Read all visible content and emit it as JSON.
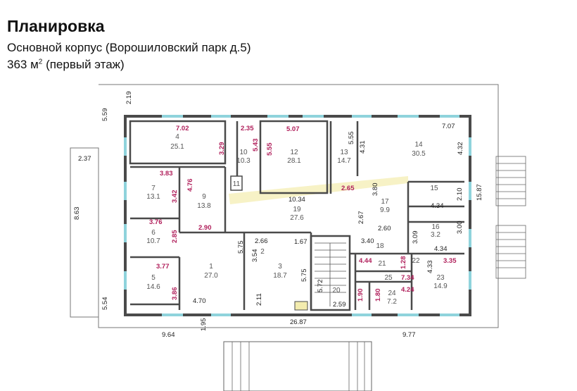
{
  "header": {
    "title": "Планировка",
    "subtitle": "Основной корпус (Ворошиловский парк д.5)",
    "area_value": "363 м",
    "area_sup": "2",
    "area_suffix": " (первый этаж)"
  },
  "colors": {
    "wall": "#4a4a4a",
    "dim_red": "#b01e5a",
    "window": "#8fd3dc",
    "highlight": "#f3ecae"
  },
  "rooms": [
    {
      "id": "r4",
      "num": "4",
      "area": "25.1"
    },
    {
      "id": "r10",
      "num": "10",
      "area": "10.3"
    },
    {
      "id": "r12",
      "num": "12",
      "area": "28.1"
    },
    {
      "id": "r13",
      "num": "13",
      "area": "14.7"
    },
    {
      "id": "r14",
      "num": "14",
      "area": "30.5"
    },
    {
      "id": "r7",
      "num": "7",
      "area": "13.1"
    },
    {
      "id": "r9",
      "num": "9",
      "area": "13.8"
    },
    {
      "id": "r11",
      "num": "11",
      "area": ""
    },
    {
      "id": "r19",
      "num": "19",
      "area": "27.6"
    },
    {
      "id": "r15",
      "num": "15",
      "area": ""
    },
    {
      "id": "r17",
      "num": "17",
      "area": "9.9"
    },
    {
      "id": "r16",
      "num": "16",
      "area": "3.2"
    },
    {
      "id": "r6",
      "num": "6",
      "area": "10.7"
    },
    {
      "id": "r18",
      "num": "18",
      "area": ""
    },
    {
      "id": "r1",
      "num": "1",
      "area": "27.0"
    },
    {
      "id": "r2",
      "num": "2",
      "area": ""
    },
    {
      "id": "r3",
      "num": "3",
      "area": "18.7"
    },
    {
      "id": "r20",
      "num": "20",
      "area": ""
    },
    {
      "id": "r21",
      "num": "21",
      "area": ""
    },
    {
      "id": "r22",
      "num": "22",
      "area": ""
    },
    {
      "id": "r23",
      "num": "23",
      "area": "14.9"
    },
    {
      "id": "r25",
      "num": "25",
      "area": ""
    },
    {
      "id": "r24",
      "num": "24",
      "area": "7.2"
    },
    {
      "id": "r5",
      "num": "5",
      "area": "14.6"
    }
  ],
  "dimensions": {
    "d_2_19": "2.19",
    "d_5_59": "5.59",
    "d_2_37": "2.37",
    "d_8_63": "8.63",
    "d_5_54": "5.54",
    "d_1_95": "1.95",
    "d_9_64": "9.64",
    "d_26_87": "26.87",
    "d_9_77": "9.77",
    "d_15_87": "15.87",
    "d_7_07": "7.07",
    "d_4_31": "4.31",
    "d_4_32": "4.32",
    "d_5_55b": "5.55",
    "d_10_34": "10.34",
    "d_2_67": "2.67",
    "d_3_80": "3.80",
    "d_2_10": "2.10",
    "d_4_34a": "4.34",
    "d_2_60": "2.60",
    "d_3_00": "3.00",
    "d_3_09": "3.09",
    "d_4_34b": "4.34",
    "d_3_40": "3.40",
    "d_2_66": "2.66",
    "d_1_67": "1.67",
    "d_5_75a": "5.75",
    "d_3_54": "3.54",
    "d_5_75b": "5.75",
    "d_4_70": "4.70",
    "d_2_11": "2.11",
    "d_5_72": "5.72",
    "d_2_59": "2.59",
    "d_4_33": "4.33"
  },
  "red_dimensions": {
    "r_7_02": "7.02",
    "r_3_29": "3.29",
    "r_2_35": "2.35",
    "r_5_43": "5.43",
    "r_5_55": "5.55",
    "r_5_07": "5.07",
    "r_3_83": "3.83",
    "r_4_76": "4.76",
    "r_3_42": "3.42",
    "r_2_90": "2.90",
    "r_2_65": "2.65",
    "r_3_76": "3.76",
    "r_2_85": "2.85",
    "r_3_77": "3.77",
    "r_3_86": "3.86",
    "r_4_44": "4.44",
    "r_1_28": "1.28",
    "r_3_35": "3.35",
    "r_7_34": "7.34",
    "r_1_90": "1.90",
    "r_1_80": "1.80",
    "r_4_24": "4.24"
  }
}
